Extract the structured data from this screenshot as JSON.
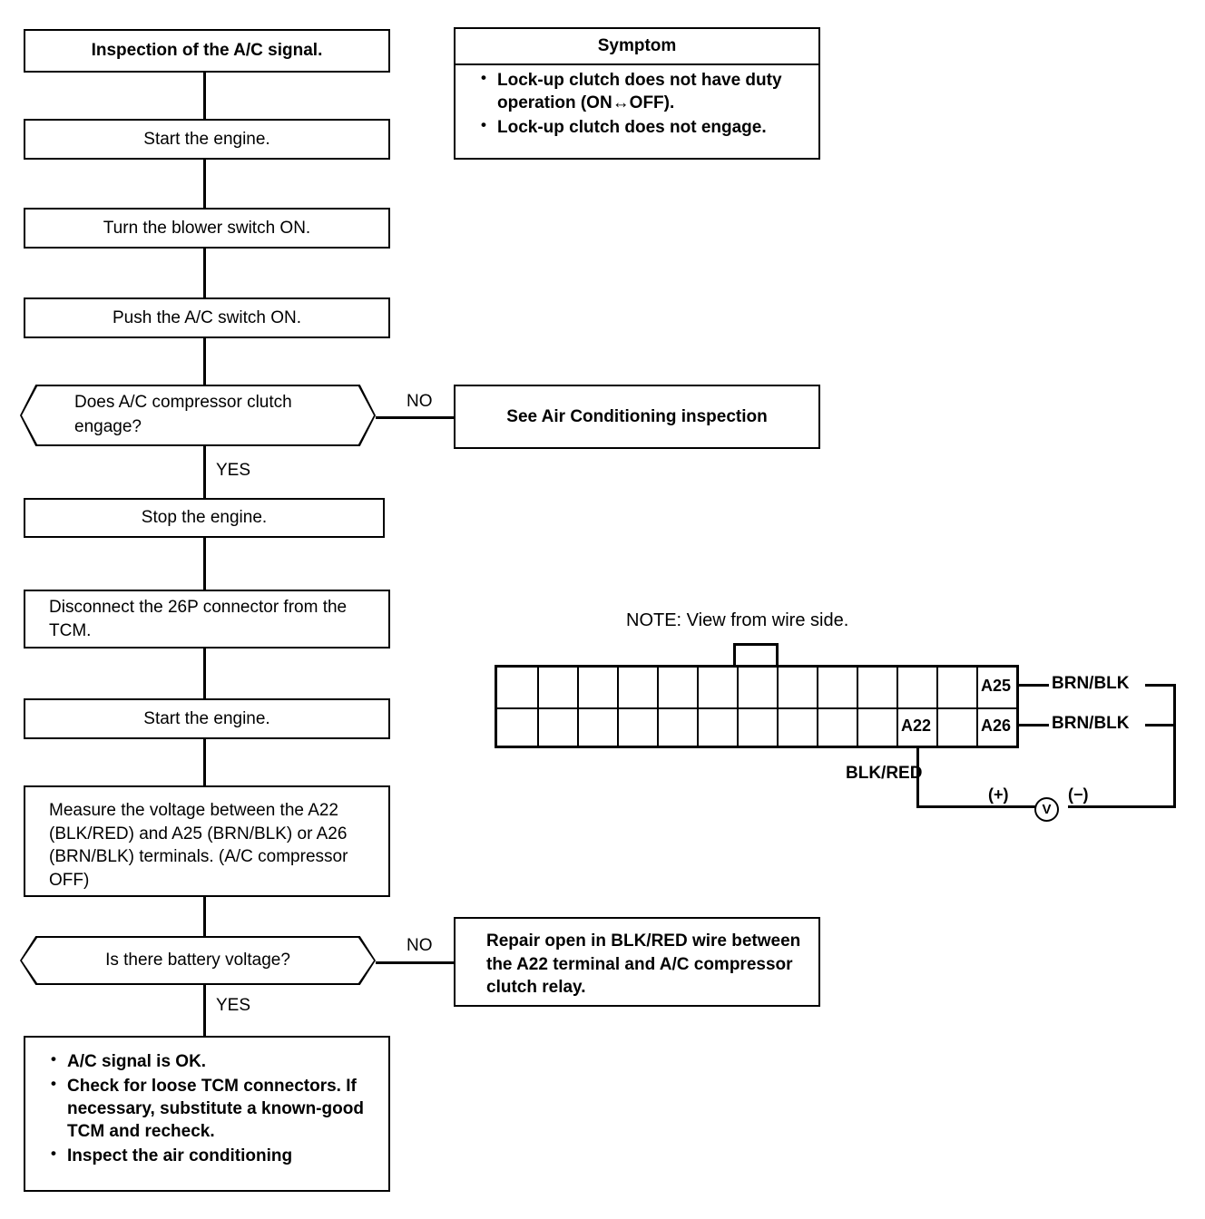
{
  "title": "Inspection of the A/C signal.",
  "flow": {
    "start_box": "Inspection of the A/C signal.",
    "steps": [
      {
        "id": "start-engine-1",
        "label": "Start the engine."
      },
      {
        "id": "blower-switch",
        "label": "Turn the blower switch ON."
      },
      {
        "id": "ac-switch",
        "label": "Push the A/C switch ON."
      }
    ],
    "decision_1": {
      "label": "Does A/C compressor clutch engage?",
      "no_label": "NO",
      "yes_label": "YES"
    },
    "no_branch_1": "See Air Conditioning inspection",
    "steps_2": [
      {
        "id": "stop-engine",
        "label": "Stop the engine."
      }
    ],
    "disconnect_box": "Disconnect the 26P connector from the TCM.",
    "start_engine_2": "Start the engine.",
    "measure_box": "Measure the voltage between the A22 (BLK/RED) and A25 (BRN/BLK) or A26 (BRN/BLK) terminals. (A/C compressor OFF)",
    "decision_2": {
      "label": "Is there battery voltage?",
      "no_label": "NO",
      "yes_label": "YES"
    },
    "no_branch_2": "Repair open in BLK/RED wire between the A22 terminal and A/C compressor clutch relay.",
    "result_items": [
      "A/C signal is OK.",
      "Check for loose TCM connectors. If necessary, substitute a known-good TCM and recheck.",
      "Inspect the air conditioning"
    ]
  },
  "symptom": {
    "header": "Symptom",
    "items": [
      "Lock-up clutch does not have duty operation (ON↔OFF).",
      "Lock-up clutch does not engage."
    ]
  },
  "connector": {
    "note": "NOTE: View from wire side.",
    "columns": 13,
    "rows": 2,
    "pins": [
      {
        "name": "A25",
        "row": "top",
        "col": 13
      },
      {
        "name": "A26",
        "row": "bottom",
        "col": 13
      },
      {
        "name": "A22",
        "row": "bottom",
        "col": 11
      }
    ],
    "wires": [
      {
        "pin": "A25",
        "label": "BRN/BLK"
      },
      {
        "pin": "A26",
        "label": "BRN/BLK"
      },
      {
        "pin": "A22",
        "label": "BLK/RED"
      }
    ],
    "meter": {
      "symbol": "V",
      "positive": "(+)",
      "negative": "(−)"
    }
  },
  "colors": {
    "ink": "#000000",
    "paper": "#ffffff"
  }
}
